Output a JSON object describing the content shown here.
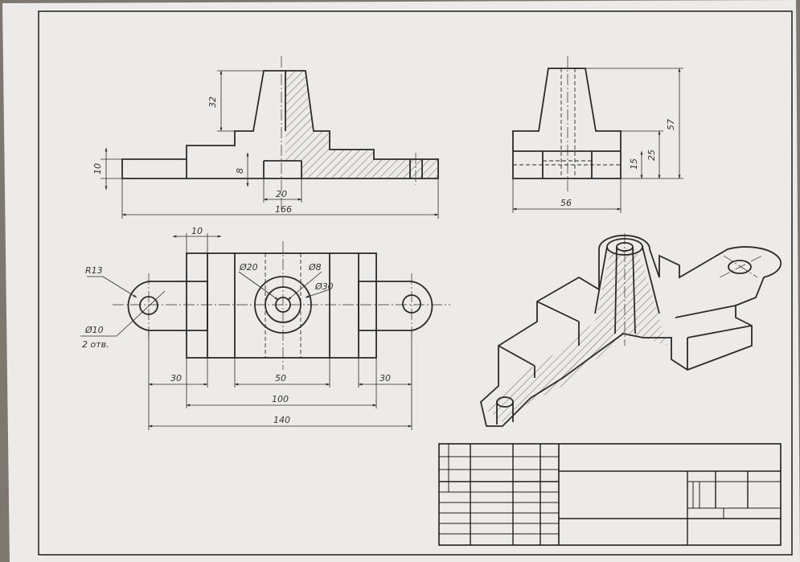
{
  "views": {
    "front": {
      "dims": {
        "height_cone": "32",
        "flange": "10",
        "step": "8",
        "bore": "20",
        "overall": "166"
      }
    },
    "side": {
      "dims": {
        "total": "57",
        "mid": "25",
        "base": "15",
        "width": "56"
      }
    },
    "top": {
      "dims": {
        "offset": "10",
        "radius": "R13",
        "hole_d": "Ø10",
        "hole_qty": "2 отв.",
        "d20": "Ø20",
        "d8": "Ø8",
        "d30": "Ø30",
        "lug_l": "30",
        "center": "50",
        "lug_r": "30",
        "body": "100",
        "overall": "140"
      }
    }
  },
  "colors": {
    "paper": "#ecebe9",
    "ink": "#2b2b2b",
    "hatch": "#444444",
    "table": "#1f1f1f"
  }
}
